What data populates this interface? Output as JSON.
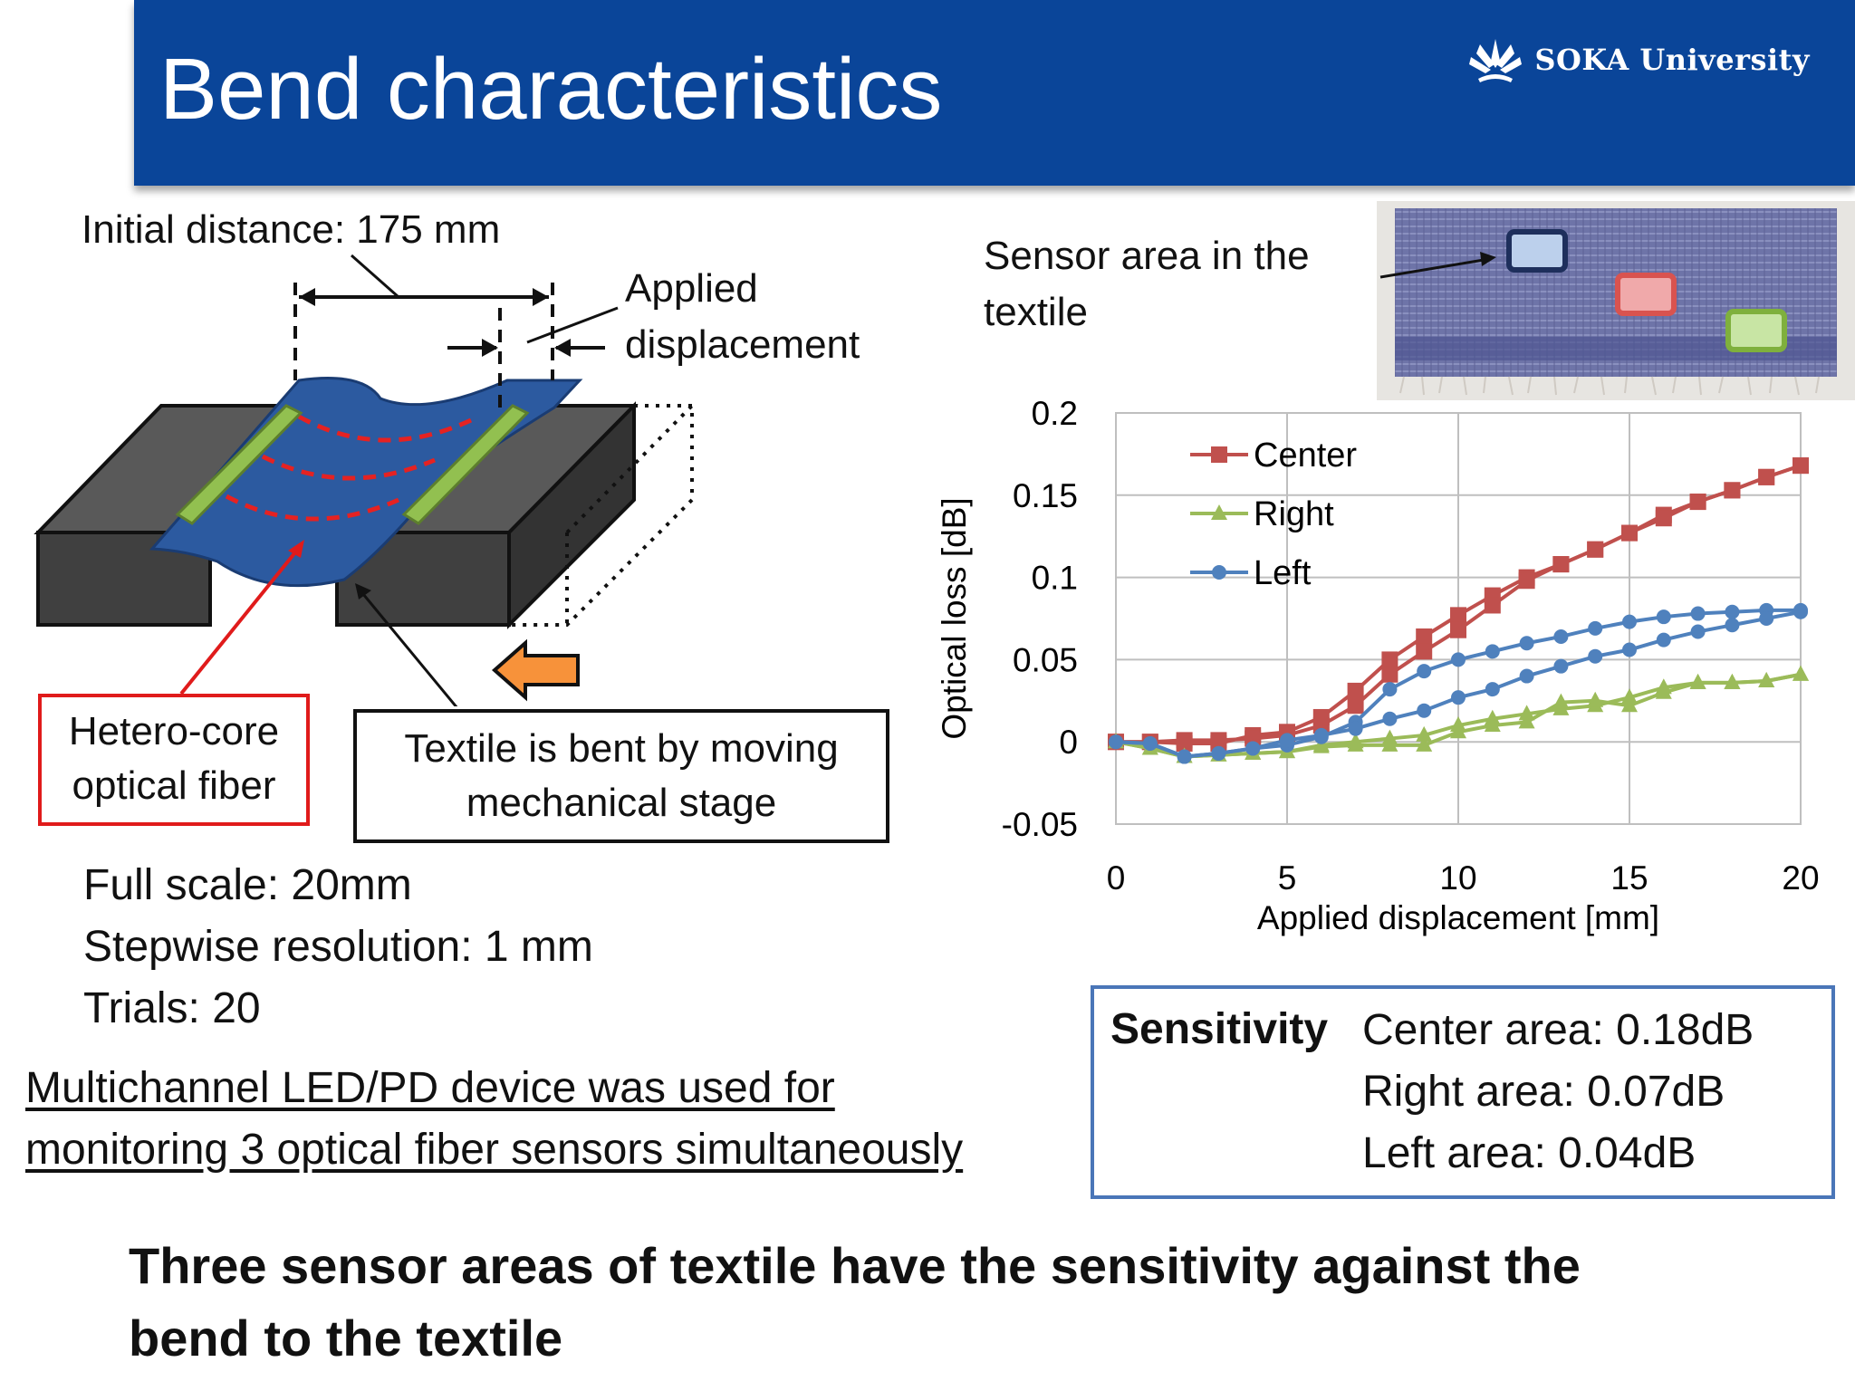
{
  "header": {
    "title": "Bend characteristics",
    "logo_text": "SOKA University"
  },
  "diagram": {
    "initial_distance": "Initial distance: 175 mm",
    "applied_line1": "Applied",
    "applied_line2": "displacement",
    "fiber_line1": "Hetero-core",
    "fiber_line2": "optical fiber",
    "stage_line1": "Textile is bent by moving",
    "stage_line2": "mechanical stage"
  },
  "specs": {
    "full_scale": "Full scale: 20mm",
    "resolution": "Stepwise resolution: 1 mm",
    "trials": "Trials: 20"
  },
  "note": {
    "line1": "Multichannel LED/PD device was used for",
    "line2": "monitoring 3 optical fiber sensors simultaneously"
  },
  "photo": {
    "caption_line1": "Sensor area in the",
    "caption_line2": "textile"
  },
  "sensitivity": {
    "heading": "Sensitivity",
    "center": "Center area: 0.18dB",
    "right": "Right area: 0.07dB",
    "left": "Left area: 0.04dB"
  },
  "conclusion": {
    "line1": "Three sensor areas of textile have the sensitivity against the",
    "line2": "bend to the textile"
  },
  "colors": {
    "header": "#0a4599",
    "center": "#c0504d",
    "right": "#9bbb59",
    "left": "#4f81bd"
  },
  "chart_data": {
    "type": "line",
    "xlabel": "Applied displacement [mm]",
    "ylabel": "Optical loss [dB]",
    "xlim": [
      0,
      20
    ],
    "ylim": [
      -0.05,
      0.2
    ],
    "xticks": [
      "0",
      "5",
      "10",
      "15",
      "20"
    ],
    "yticks": [
      "0.2",
      "0.15",
      "0.1",
      "0.05",
      "0",
      "-0.05"
    ],
    "grid": true,
    "legend_position": "top-left",
    "x": [
      0,
      1,
      2,
      3,
      4,
      5,
      6,
      7,
      8,
      9,
      10,
      11,
      12,
      13,
      14,
      15,
      16,
      17,
      18,
      19,
      20
    ],
    "series": [
      {
        "name": "Center",
        "marker": "square",
        "color": "#c0504d",
        "up": [
          0,
          0,
          -0.001,
          -0.001,
          0.004,
          0.006,
          0.015,
          0.031,
          0.05,
          0.064,
          0.077,
          0.089,
          0.1,
          0.108,
          0.117,
          0.127,
          0.138,
          0.146,
          0.153,
          0.161,
          0.168
        ],
        "down": [
          0,
          0,
          0.001,
          0.001,
          0.002,
          0.004,
          0.01,
          0.022,
          0.041,
          0.055,
          0.068,
          0.083,
          0.098,
          0.108,
          0.117,
          0.127,
          0.136,
          0.146,
          0.153,
          0.161,
          0.168
        ]
      },
      {
        "name": "Right",
        "marker": "triangle",
        "color": "#9bbb59",
        "up": [
          0,
          -0.004,
          -0.009,
          -0.008,
          -0.007,
          -0.006,
          -0.002,
          0,
          0.002,
          0.004,
          0.01,
          0.014,
          0.017,
          0.02,
          0.022,
          0.027,
          0.033,
          0.036,
          0.036,
          0.037,
          0.041
        ],
        "down": [
          0,
          -0.004,
          -0.009,
          -0.008,
          -0.007,
          -0.006,
          -0.003,
          -0.002,
          -0.002,
          -0.002,
          0.006,
          0.01,
          0.012,
          0.024,
          0.025,
          0.022,
          0.03,
          0.036,
          0.036,
          0.037,
          0.041
        ]
      },
      {
        "name": "Left",
        "marker": "circle",
        "color": "#4f81bd",
        "up": [
          0,
          -0.001,
          -0.009,
          -0.007,
          -0.004,
          -0.002,
          0.003,
          0.012,
          0.032,
          0.043,
          0.05,
          0.055,
          0.06,
          0.064,
          0.069,
          0.073,
          0.076,
          0.078,
          0.079,
          0.08,
          0.08
        ],
        "down": [
          0,
          -0.001,
          -0.009,
          -0.007,
          -0.004,
          0.001,
          0.004,
          0.008,
          0.014,
          0.019,
          0.027,
          0.032,
          0.04,
          0.046,
          0.052,
          0.056,
          0.062,
          0.067,
          0.071,
          0.075,
          0.079
        ]
      }
    ]
  }
}
